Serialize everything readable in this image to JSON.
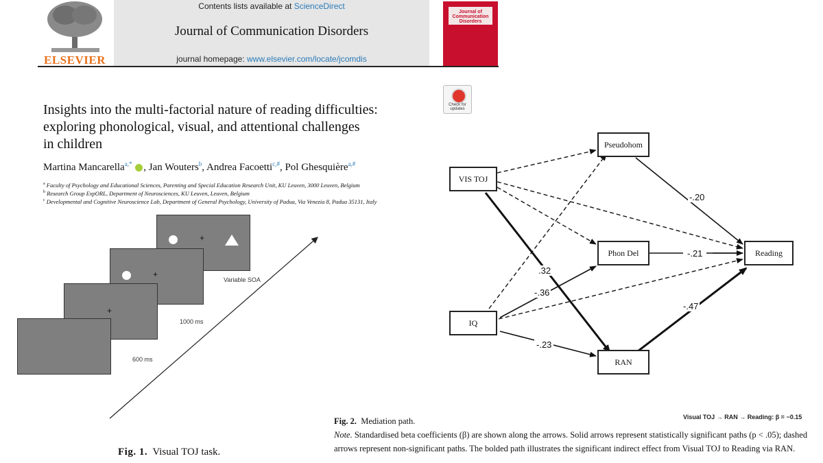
{
  "header": {
    "contents_prefix": "Contents lists available at ",
    "contents_link": "ScienceDirect",
    "journal_title": "Journal of Communication Disorders",
    "homepage_prefix": "journal homepage: ",
    "homepage_link": "www.elsevier.com/locate/jcomdis",
    "publisher": "ELSEVIER",
    "cover_title": "Journal of Communication Disorders",
    "crossmark_text": "Check for updates"
  },
  "article": {
    "title_line1": "Insights into the multi-factorial nature of reading difficulties:",
    "title_line2": "exploring phonological, visual, and attentional challenges",
    "title_line3": "in children",
    "authors": [
      {
        "name": "Martina Mancarella",
        "sup": "a,*"
      },
      {
        "name": "Jan Wouters",
        "sup": "b"
      },
      {
        "name": "Andrea Facoetti",
        "sup": "c,#"
      },
      {
        "name": "Pol Ghesquière",
        "sup": "a,#"
      }
    ],
    "affiliations": [
      {
        "mark": "a",
        "text": "Faculty of Psychology and Educational Sciences, Parenting and Special Education Research Unit, KU Leuven, 3000 Leuven, Belgium"
      },
      {
        "mark": "b",
        "text": "Research Group ExpORL, Department of Neurosciences, KU Leuven, Leuven, Belgium"
      },
      {
        "mark": "c",
        "text": "Developmental and Cognitive Neuroscience Lab, Department of General Psychology, University of Padua, Via Venezia 8, Padua 35131, Italy"
      }
    ]
  },
  "fig1": {
    "label_600": "600 ms",
    "label_1000": "1000 ms",
    "label_soa": "Variable SOA",
    "fixation": "+",
    "caption_label": "Fig. 1.",
    "caption_text": "Visual TOJ task."
  },
  "fig2": {
    "nodes": {
      "pseudohom": "Pseudohom",
      "vistoj": "VIS TOJ",
      "phondel": "Phon Del",
      "reading": "Reading",
      "iq": "IQ",
      "ran": "RAN"
    },
    "coefficients": {
      "pseudohom_reading": "-.20",
      "phondel_reading": "-.21",
      "ran_reading": "-.47",
      "vistoj_ran": ".32",
      "iq_phondel": "-.36",
      "iq_ran": "-.23"
    },
    "indirect_label": "Visual TOJ → RAN → Reading: β = −0.15",
    "caption_label": "Fig. 2.",
    "caption_title": "Mediation path.",
    "note_label": "Note.",
    "note_text": "Standardised beta coefficients (β) are shown along the arrows. Solid arrows represent statistically significant paths (p < .05); dashed arrows represent non-significant paths. The bolded path illustrates the significant indirect effect from Visual TOJ to Reading via RAN."
  }
}
